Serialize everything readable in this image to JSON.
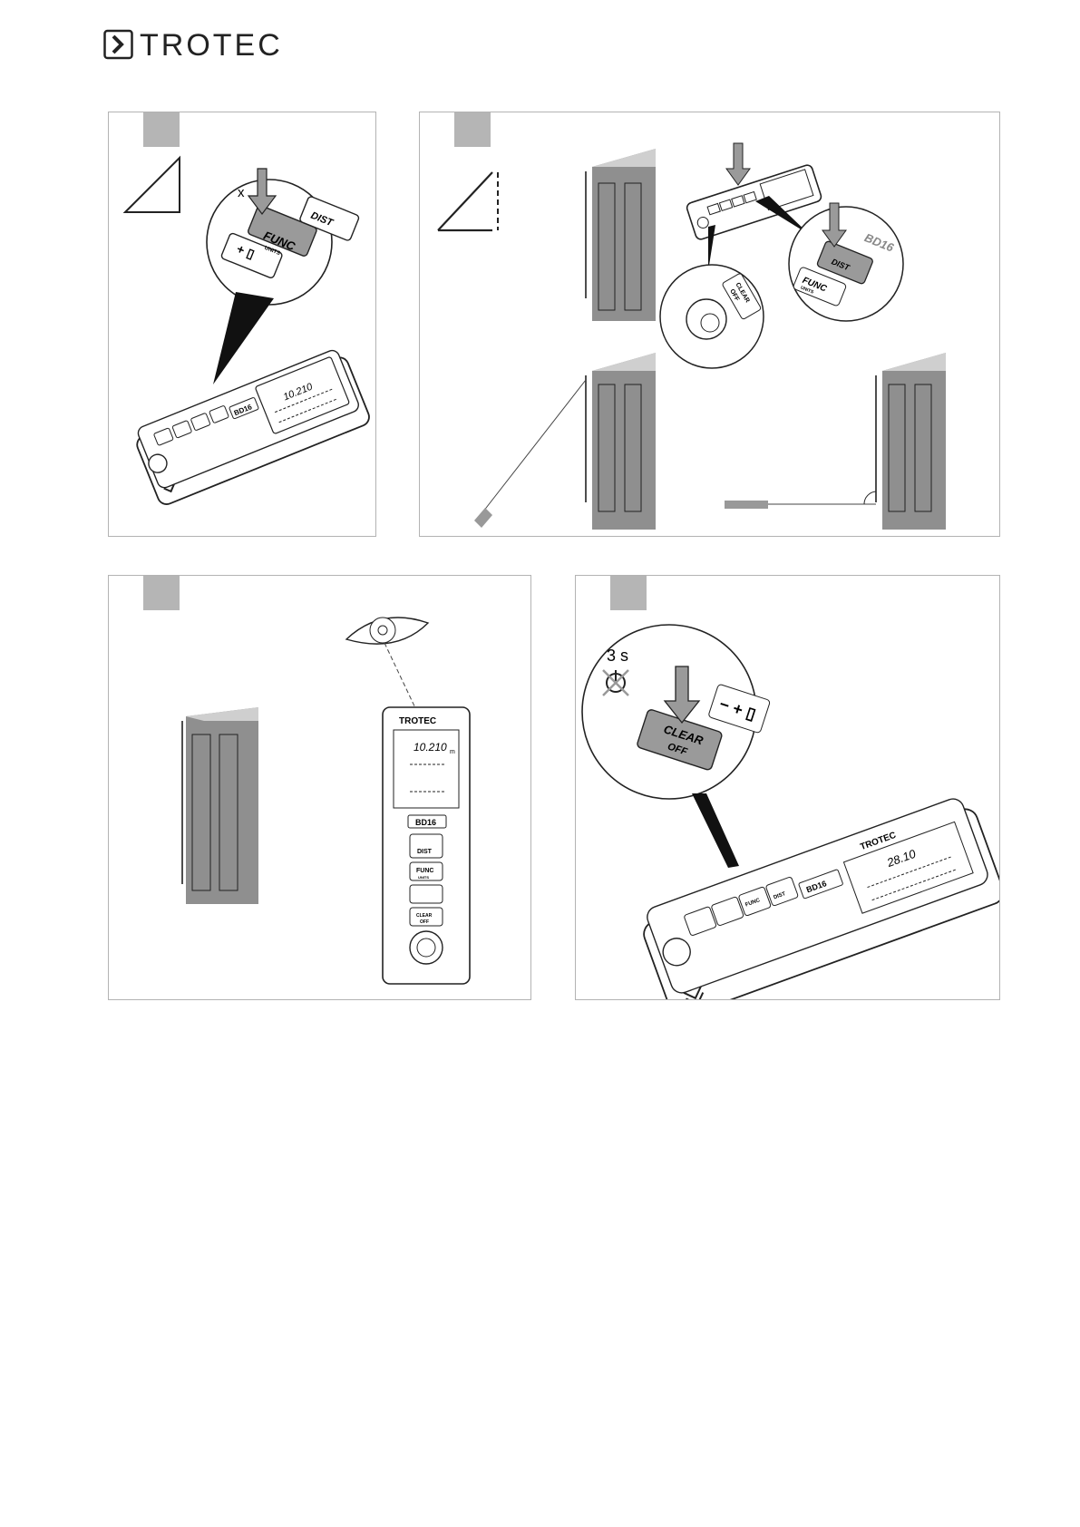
{
  "header": {
    "brand": "TROTEC"
  },
  "panel1": {
    "press_count": "x",
    "func_key": "FUNC",
    "units_key": "UNITS",
    "dist_key": "DIST",
    "display_value": "10.210",
    "model": "BD16"
  },
  "panel2": {
    "model": "BD16",
    "dist_key": "DIST",
    "func_key": "FUNC",
    "units_key": "UNITS",
    "clear_key": "CLEAR",
    "off_key": "OFF"
  },
  "panel3": {
    "brand": "TROTEC",
    "display_value": "10.210",
    "unit": "m",
    "model": "BD16",
    "dist_key": "DIST",
    "func_key": "FUNC",
    "units_key": "UNITS",
    "clear_key": "CLEAR",
    "off_key": "OFF"
  },
  "panel4": {
    "hold_time": "3 s",
    "clear_key": "CLEAR",
    "off_key": "OFF",
    "brand": "TROTEC",
    "display_value": "28.10",
    "model": "BD16",
    "dist_key": "DIST",
    "func_key": "FUNC"
  },
  "colors": {
    "border": "#b3b3b3",
    "step_box": "#b5b5b5",
    "building": "#8f8f8f",
    "key_gray": "#9a9a9a"
  }
}
